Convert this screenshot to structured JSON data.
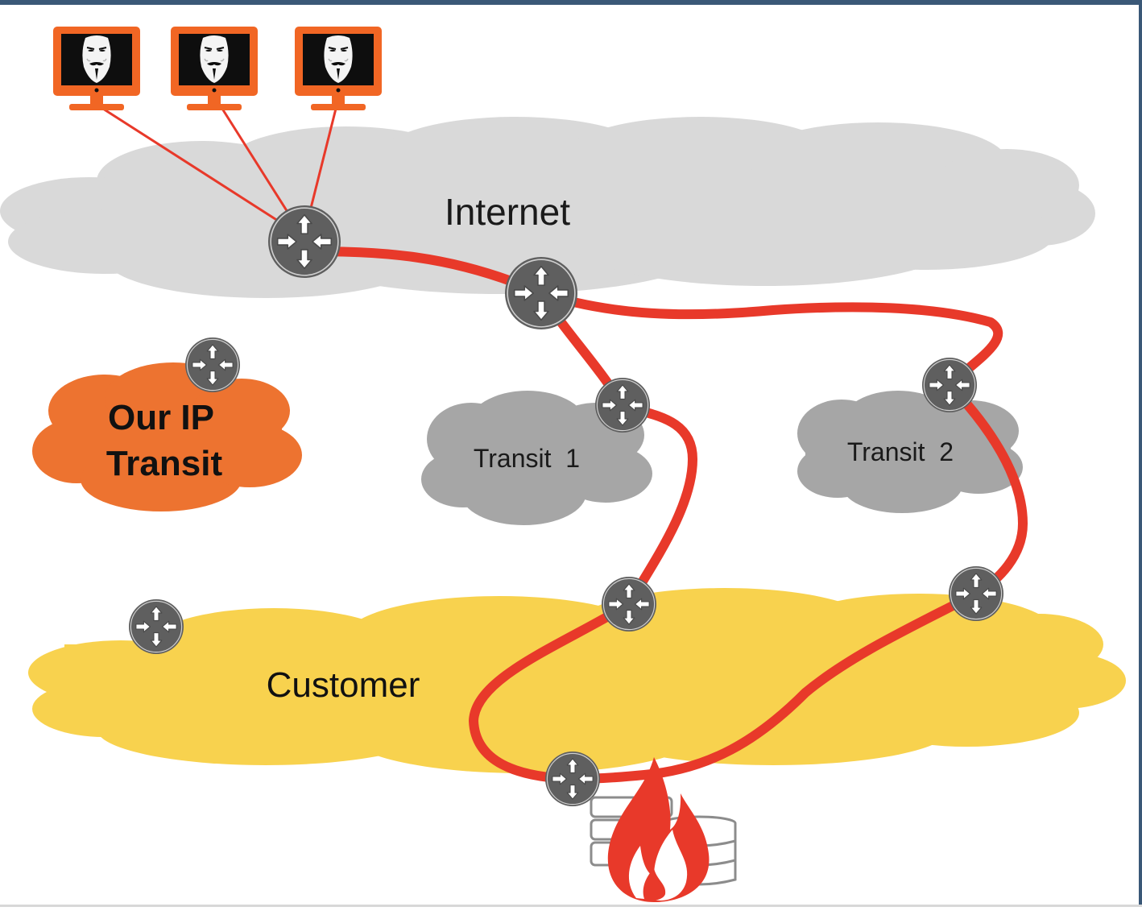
{
  "labels": {
    "internet": "Internet",
    "our_ip_line1": "Our IP",
    "our_ip_line2": "Transit",
    "transit1": "Transit  1",
    "transit2": "Transit  2",
    "customer": "Customer"
  },
  "colors": {
    "internet_cloud": "#d9d9d9",
    "transit_cloud": "#a6a6a6",
    "our_ip_cloud": "#ed7330",
    "customer_cloud": "#f8d24e",
    "attack_path": "#e8392a",
    "router": "#5f5f5f",
    "attacker_frame": "#f16624",
    "fire": "#e8392a"
  },
  "icons": {
    "router": "router-icon",
    "attacker": "anonymous-mask-monitor-icon",
    "server": "server-stack-icon",
    "fire": "fire-icon"
  },
  "attackers": [
    {
      "name": "attacker-1"
    },
    {
      "name": "attacker-2"
    },
    {
      "name": "attacker-3"
    }
  ]
}
